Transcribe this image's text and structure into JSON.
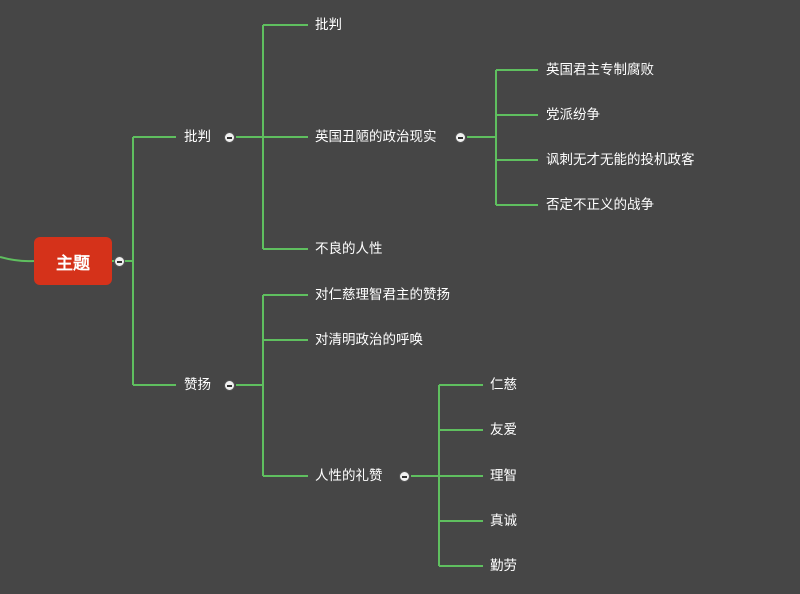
{
  "root": {
    "label": "主题"
  },
  "branches": [
    {
      "label": "批判",
      "children": [
        {
          "label": "批判"
        },
        {
          "label": "英国丑陋的政治现实",
          "children": [
            "英国君主专制腐败",
            "党派纷争",
            "讽刺无才无能的投机政客",
            "否定不正义的战争"
          ]
        },
        {
          "label": "不良的人性"
        }
      ]
    },
    {
      "label": "赞扬",
      "children": [
        {
          "label": "对仁慈理智君主的赞扬"
        },
        {
          "label": "对清明政治的呼唤"
        },
        {
          "label": "人性的礼赞",
          "children": [
            "仁慈",
            "友爱",
            "理智",
            "真诚",
            "勤劳"
          ]
        }
      ]
    }
  ],
  "colors": {
    "line": "#5fbf5f",
    "root_fill": "#d5321a",
    "background": "#464646"
  }
}
